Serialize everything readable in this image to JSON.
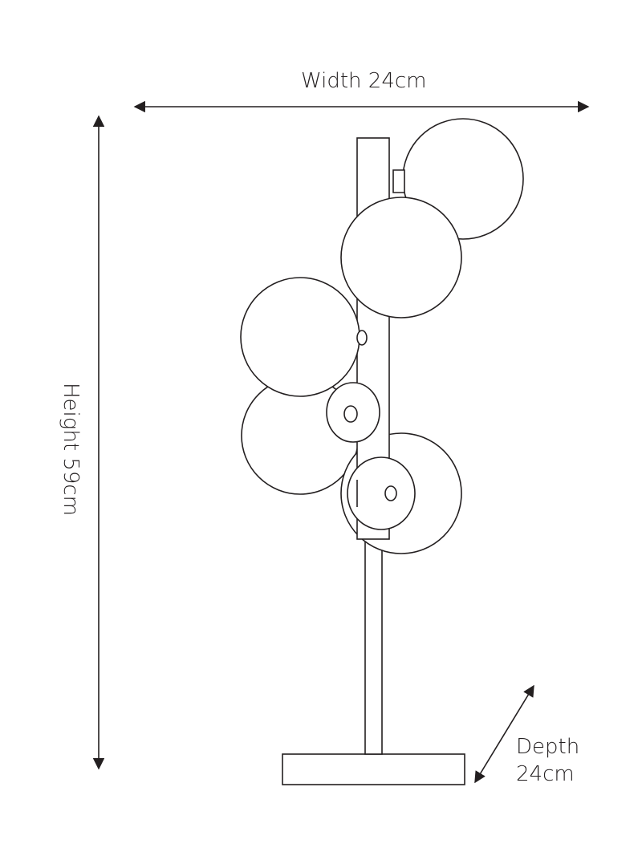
{
  "dimensions": {
    "width_label": "Width 24cm",
    "height_label": "Height 59cm",
    "depth_label_line1": "Depth",
    "depth_label_line2": "24cm"
  },
  "colors": {
    "line": "#231f20",
    "background": "#ffffff"
  }
}
